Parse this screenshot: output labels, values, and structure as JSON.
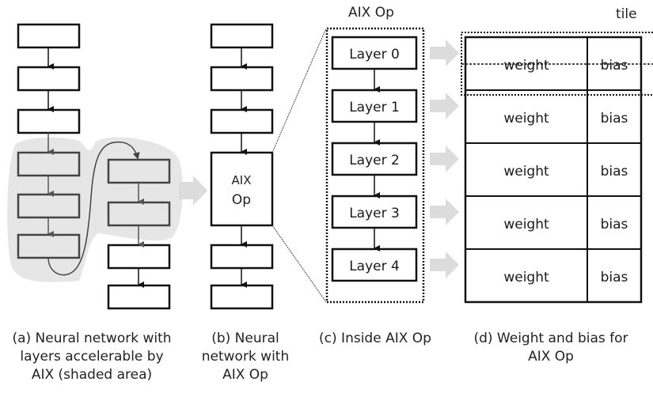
{
  "panel_a": {
    "caption": [
      "(a) Neural network with",
      "layers accelerable by",
      "AIX (shaded area)"
    ]
  },
  "panel_b": {
    "caption": [
      "(b) Neural",
      "network with",
      "AIX Op"
    ],
    "op_box_label": [
      "AIX",
      "Op"
    ]
  },
  "panel_c": {
    "title": "AIX Op",
    "layers": [
      "Layer 0",
      "Layer 1",
      "Layer 2",
      "Layer 3",
      "Layer 4"
    ],
    "caption": [
      "(c) Inside AIX Op"
    ]
  },
  "panel_d": {
    "tile_label": "tile",
    "rows": [
      {
        "weight": "weight",
        "bias": "bias"
      },
      {
        "weight": "weight",
        "bias": "bias"
      },
      {
        "weight": "weight",
        "bias": "bias"
      },
      {
        "weight": "weight",
        "bias": "bias"
      },
      {
        "weight": "weight",
        "bias": "bias"
      }
    ],
    "caption": [
      "(d) Weight and bias for",
      "AIX Op"
    ]
  },
  "colors": {
    "shade": "#e6e6e6",
    "arrow": "#dcdcdc",
    "stroke": "#111111",
    "shaded_stroke": "#444444"
  }
}
